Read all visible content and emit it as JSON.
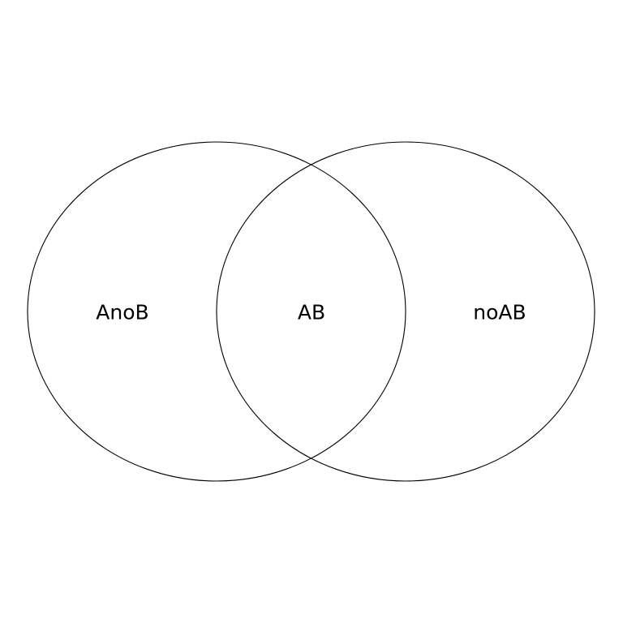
{
  "diagram": {
    "type": "venn",
    "sets": 2,
    "regions": {
      "left_only": "AnoB",
      "intersection": "AB",
      "right_only": "noAB"
    },
    "colors": {
      "background": "#ffffff",
      "outline": "#000000",
      "text": "#000000"
    }
  }
}
